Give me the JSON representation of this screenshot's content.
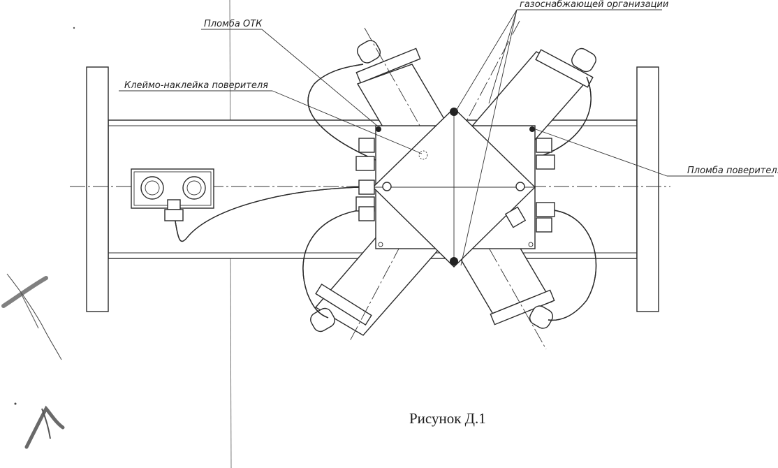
{
  "labels": {
    "otk_seal": "Пломба ОТК",
    "gas_org": "газоснабжающей организации",
    "verifier_sticker": "Клеймо-наклейка поверителя",
    "verifier_seal": "Пломба поверителя"
  },
  "caption": "Рисунок Д.1",
  "colors": {
    "line": "#2a2a2a",
    "background": "#ffffff"
  }
}
